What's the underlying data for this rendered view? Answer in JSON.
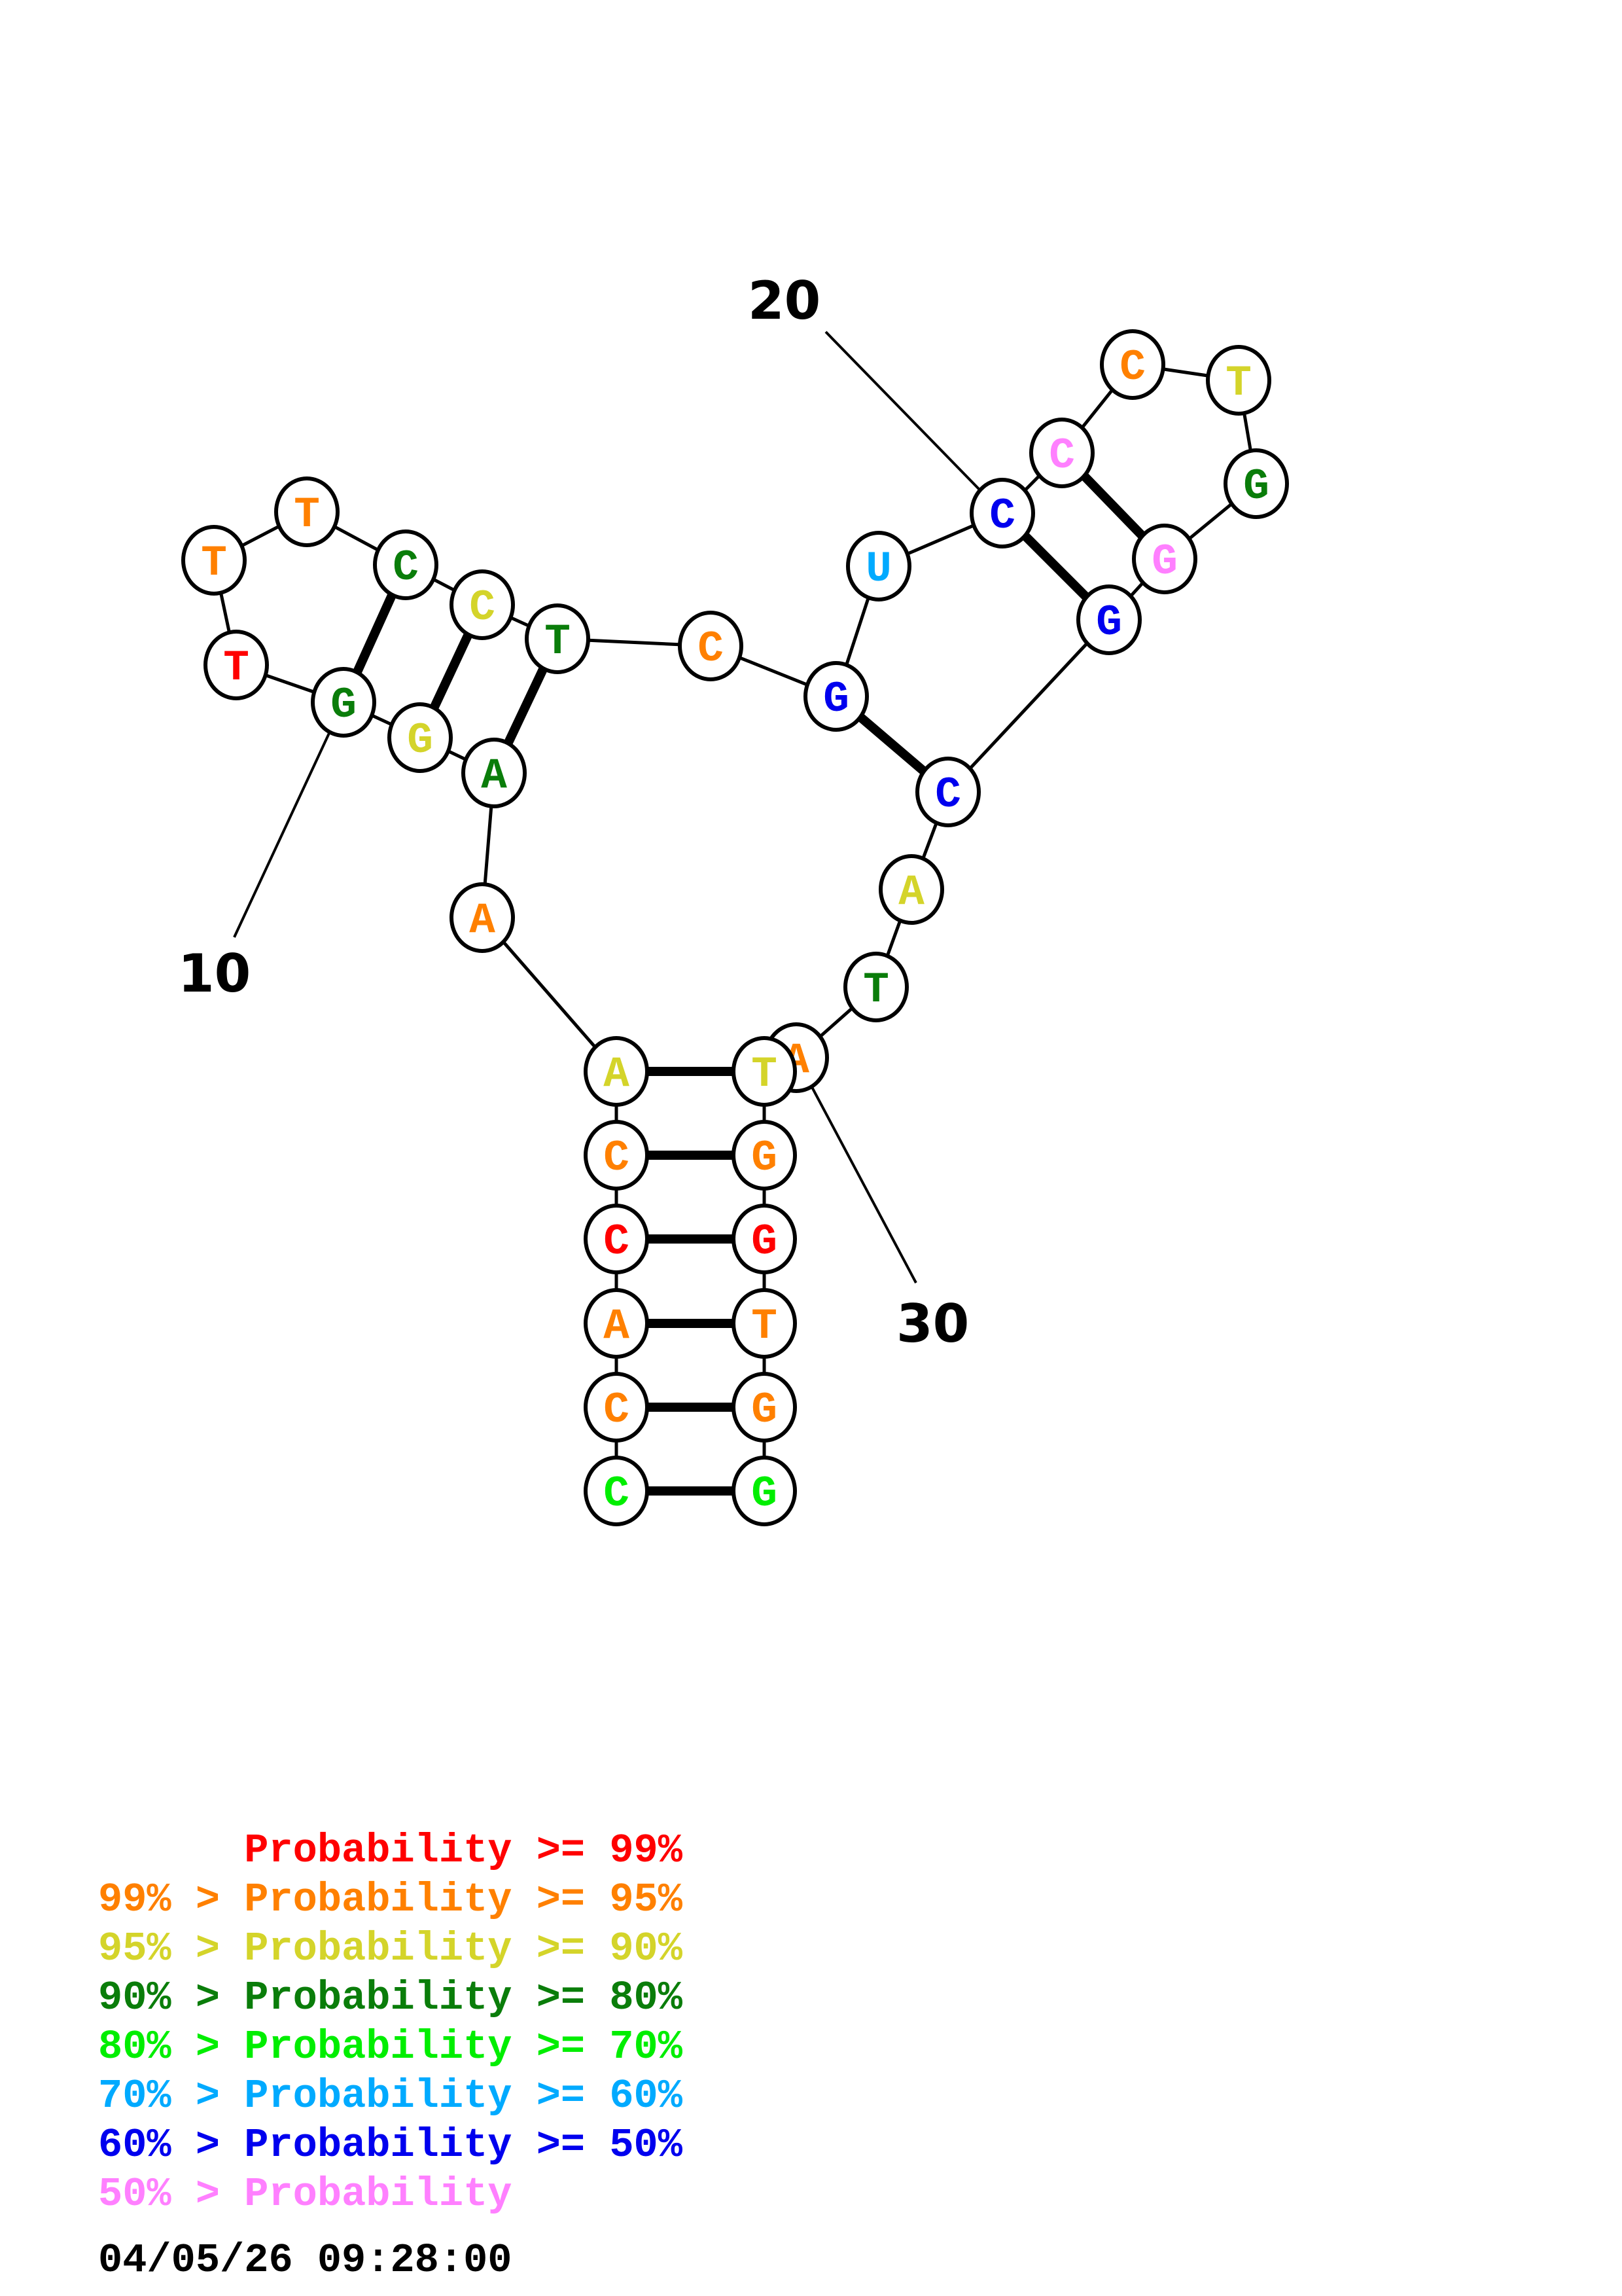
{
  "colors": {
    "p99": "#ff0000",
    "p95": "#ff8000",
    "p90": "#d4d42a",
    "p80": "#0a7d0a",
    "p70": "#00ee00",
    "p60": "#00aaff",
    "p50": "#0000ee",
    "plow": "#ff80ff"
  },
  "structure": {
    "sequence": "CCACCAAAGGTTTCCTCGUCCCTGGGCATATGGTGG",
    "nucleotides": [
      {
        "i": 1,
        "base": "C",
        "prob": "p70"
      },
      {
        "i": 2,
        "base": "C",
        "prob": "p95"
      },
      {
        "i": 3,
        "base": "A",
        "prob": "p95"
      },
      {
        "i": 4,
        "base": "C",
        "prob": "p99"
      },
      {
        "i": 5,
        "base": "C",
        "prob": "p95"
      },
      {
        "i": 6,
        "base": "A",
        "prob": "p90"
      },
      {
        "i": 7,
        "base": "A",
        "prob": "p95"
      },
      {
        "i": 8,
        "base": "A",
        "prob": "p80"
      },
      {
        "i": 9,
        "base": "G",
        "prob": "p90"
      },
      {
        "i": 10,
        "base": "G",
        "prob": "p80"
      },
      {
        "i": 11,
        "base": "T",
        "prob": "p99"
      },
      {
        "i": 12,
        "base": "T",
        "prob": "p95"
      },
      {
        "i": 13,
        "base": "T",
        "prob": "p95"
      },
      {
        "i": 14,
        "base": "C",
        "prob": "p80"
      },
      {
        "i": 15,
        "base": "C",
        "prob": "p90"
      },
      {
        "i": 16,
        "base": "T",
        "prob": "p80"
      },
      {
        "i": 17,
        "base": "C",
        "prob": "p95"
      },
      {
        "i": 18,
        "base": "G",
        "prob": "p50"
      },
      {
        "i": 19,
        "base": "U",
        "prob": "p60"
      },
      {
        "i": 20,
        "base": "C",
        "prob": "p50"
      },
      {
        "i": 21,
        "base": "C",
        "prob": "plow"
      },
      {
        "i": 22,
        "base": "C",
        "prob": "p95"
      },
      {
        "i": 23,
        "base": "T",
        "prob": "p90"
      },
      {
        "i": 24,
        "base": "G",
        "prob": "p80"
      },
      {
        "i": 25,
        "base": "G",
        "prob": "plow"
      },
      {
        "i": 26,
        "base": "G",
        "prob": "p50"
      },
      {
        "i": 27,
        "base": "C",
        "prob": "p50"
      },
      {
        "i": 28,
        "base": "A",
        "prob": "p90"
      },
      {
        "i": 29,
        "base": "T",
        "prob": "p80"
      },
      {
        "i": 30,
        "base": "A",
        "prob": "p95"
      },
      {
        "i": 31,
        "base": "T",
        "prob": "p90"
      },
      {
        "i": 32,
        "base": "G",
        "prob": "p95"
      },
      {
        "i": 33,
        "base": "G",
        "prob": "p99"
      },
      {
        "i": 34,
        "base": "T",
        "prob": "p95"
      },
      {
        "i": 35,
        "base": "G",
        "prob": "p95"
      },
      {
        "i": 36,
        "base": "G",
        "prob": "p70"
      }
    ],
    "pairs": [
      [
        1,
        36
      ],
      [
        2,
        35
      ],
      [
        3,
        34
      ],
      [
        4,
        33
      ],
      [
        5,
        32
      ],
      [
        6,
        31
      ],
      [
        8,
        16
      ],
      [
        9,
        15
      ],
      [
        10,
        14
      ],
      [
        18,
        27
      ],
      [
        20,
        26
      ],
      [
        21,
        25
      ]
    ],
    "index_labels": [
      {
        "text": "10",
        "nt": 10
      },
      {
        "text": "20",
        "nt": 20
      },
      {
        "text": "30",
        "nt": 30
      }
    ]
  },
  "legend": [
    {
      "prefix": "    ",
      "label": "Probability",
      "suffix": " >= 99%",
      "color": "p99"
    },
    {
      "prefix": "99% > ",
      "label": "Probability",
      "suffix": " >= 95%",
      "color": "p95"
    },
    {
      "prefix": "95% > ",
      "label": "Probability",
      "suffix": " >= 90%",
      "color": "p90"
    },
    {
      "prefix": "90% > ",
      "label": "Probability",
      "suffix": " >= 80%",
      "color": "p80"
    },
    {
      "prefix": "80% > ",
      "label": "Probability",
      "suffix": " >= 70%",
      "color": "p70"
    },
    {
      "prefix": "70% > ",
      "label": "Probability",
      "suffix": " >= 60%",
      "color": "p60"
    },
    {
      "prefix": "60% > ",
      "label": "Probability",
      "suffix": " >= 50%",
      "color": "p50"
    },
    {
      "prefix": "50% > ",
      "label": "Probability",
      "suffix": "",
      "color": "plow"
    }
  ],
  "timestamp": "04/05/26 09:28:00"
}
